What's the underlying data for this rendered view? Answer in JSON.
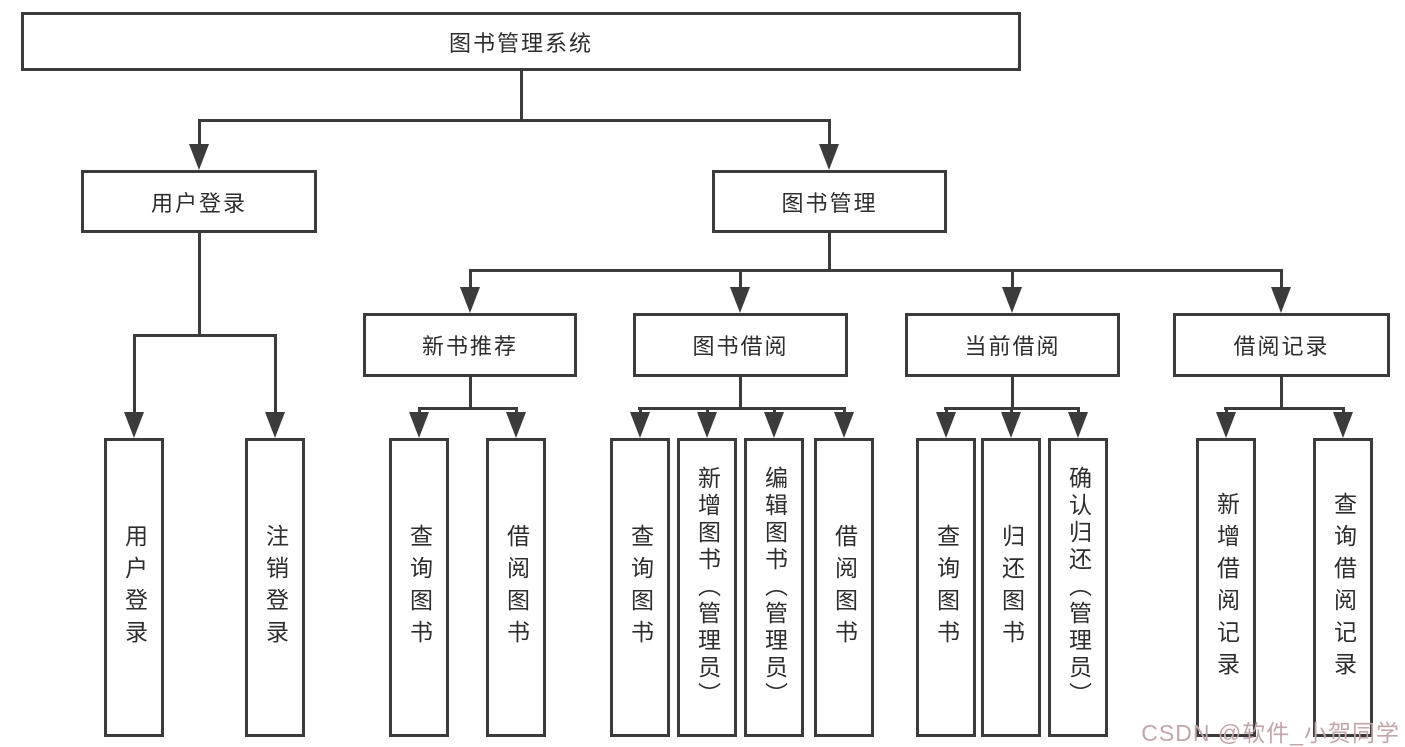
{
  "nodes": {
    "root": "图书管理系统",
    "l1": [
      "用户登录",
      "图书管理"
    ],
    "l2": [
      "新书推荐",
      "图书借阅",
      "当前借阅",
      "借阅记录"
    ],
    "l3": [
      "用户登录",
      "注销登录",
      "查询图书",
      "借阅图书",
      "查询图书",
      "新增图书（管理员）",
      "编辑图书（管理员）",
      "借阅图书",
      "查询图书",
      "归还图书",
      "确认归还（管理员）",
      "新增借阅记录",
      "查询借阅记录"
    ]
  },
  "watermark": {
    "text": "CSDN @软件_小贺同学"
  },
  "colors": {
    "line": "#3b3b3b",
    "text": "#2d2d2d",
    "bg": "#ffffff",
    "watermark": "#c2a6a8"
  }
}
